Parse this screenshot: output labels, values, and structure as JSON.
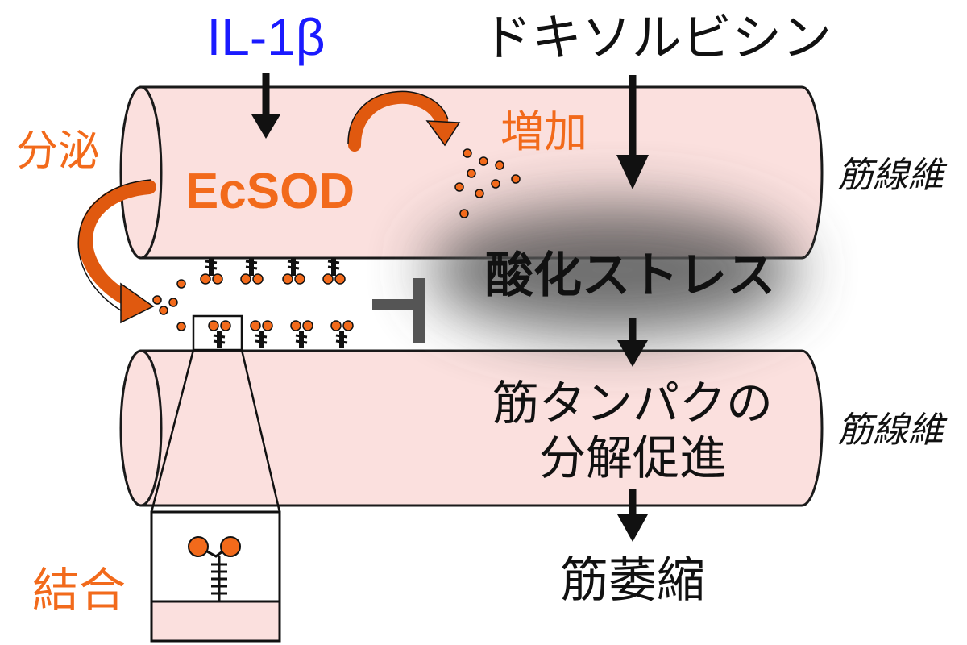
{
  "labels": {
    "il1b": "IL-1β",
    "doxorubicin": "ドキソルビシン",
    "secretion": "分泌",
    "increase": "増加",
    "ecsod": "EcSOD",
    "muscle_fiber_top": "筋線維",
    "muscle_fiber_bottom": "筋線維",
    "oxidative_stress": "酸化ストレス",
    "protein_degradation_line1": "筋タンパクの",
    "protein_degradation_line2": "分解促進",
    "atrophy": "筋萎縮",
    "binding": "結合"
  },
  "colors": {
    "fiber_fill": "#fbe0de",
    "outline": "#1a1a1a",
    "orange": "#f26a1b",
    "arrow_orange": "#e0590f",
    "blue": "#1a1aff",
    "black": "#111111",
    "cloud": "#555555"
  }
}
